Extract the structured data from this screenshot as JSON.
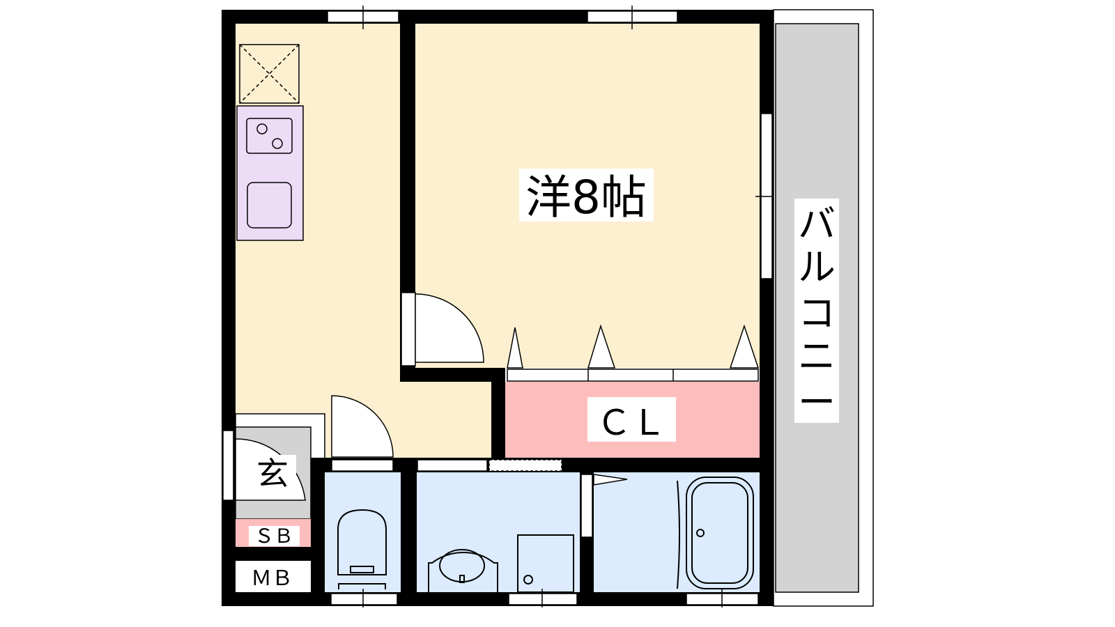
{
  "rooms": {
    "western_room": "洋8帖",
    "balcony": [
      "バ",
      "ル",
      "コ",
      "ニ",
      "ー"
    ],
    "closet": "ＣＬ",
    "entrance": "玄",
    "shoe_box": "ＳＢ",
    "meter_box": "ＭＢ"
  },
  "colors": {
    "floor": "#fdf0d0",
    "closet": "#fdbdbd",
    "wet_area": "#dcebfd",
    "kitchen": "#ecdcf5",
    "balcony": "#d3d3d3",
    "wall": "#000000"
  }
}
